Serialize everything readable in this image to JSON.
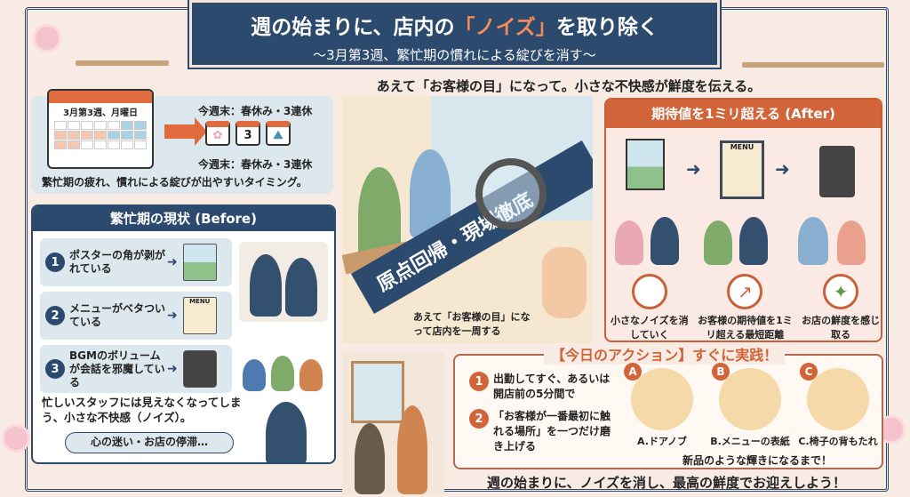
{
  "header": {
    "title_pre": "週の始まりに、店内の",
    "title_quote": "「ノイズ」",
    "title_post": "を取り除く",
    "subtitle": "〜3月第3週、繁忙期の慣れによる綻びを消す〜"
  },
  "tagline": "あえて「お客様の目」になって。小さな不快感が鮮度を伝える。",
  "calendar": {
    "label": "3月第3週、月曜日",
    "weekend_top": "今週末：春休み・3連休",
    "weekend_bottom": "今週末：春休み・3連休",
    "mini_day": "3",
    "note": "繁忙期の疲れ、慣れによる綻びが出やすいタイミング。"
  },
  "before": {
    "title": "繁忙期の現状 (Before)",
    "items": [
      {
        "num": "1",
        "text": "ポスターの角が剥がれている"
      },
      {
        "num": "2",
        "text": "メニューがベタついている"
      },
      {
        "num": "3",
        "text": "BGMのボリュームが会話を邪魔している"
      }
    ],
    "menu_label": "MENU",
    "note": "忙しいスタッフには見えなくなってしまう、小さな不快感（ノイズ）。",
    "bubble": "心の迷い・お店の停滞…"
  },
  "center": {
    "banner": "原点回帰・現場徹底",
    "caption": "あえて「お客様の目」になって店内を一周する"
  },
  "after": {
    "title": "期待値を1ミリ超える (After)",
    "menu_label": "MENU",
    "points": [
      "小さなノイズを消していく",
      "お客様の期待値を1ミリ超える最短距離",
      "お店の鮮度を感じ取る"
    ]
  },
  "action": {
    "title": "【今日のアクション】すぐに実践！",
    "steps": [
      {
        "num": "1",
        "text": "出勤してすぐ、あるいは開店前の5分間で"
      },
      {
        "num": "2",
        "text": "「お客様が一番最初に触れる場所」を一つだけ磨き上げる"
      }
    ],
    "targets": [
      {
        "badge": "A",
        "label": "A.ドアノブ"
      },
      {
        "badge": "B",
        "label": "B.メニューの表紙"
      },
      {
        "badge": "C",
        "label": "C.椅子の背もたれ"
      }
    ],
    "note": "新品のような輝きになるまで！"
  },
  "slogan": "週の始まりに、ノイズを消し、最高の鮮度でお迎えしよう！",
  "colors": {
    "navy": "#2c4a6e",
    "orange": "#d2643a",
    "background": "#f8ebe4"
  }
}
